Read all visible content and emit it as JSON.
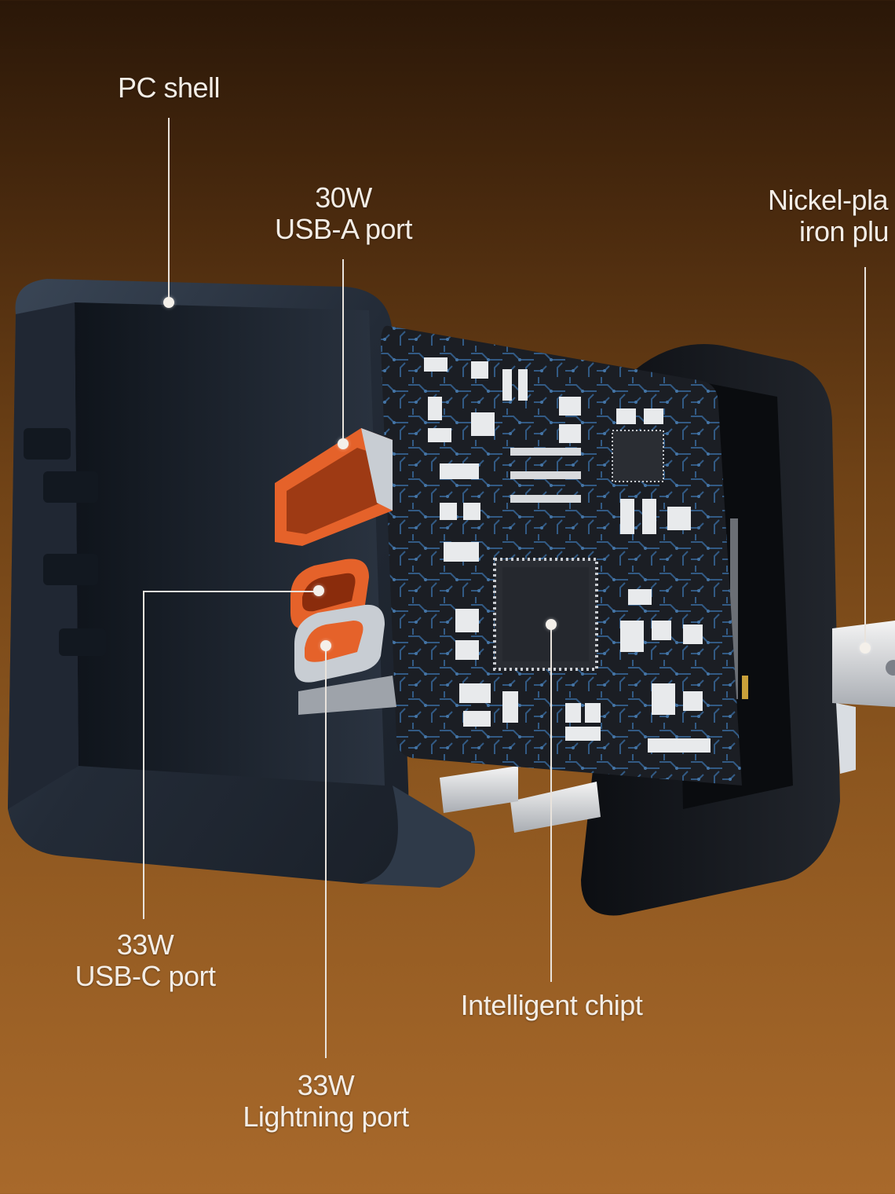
{
  "labels": {
    "pc_shell": "PC shell",
    "usb_a": {
      "line1": "30W",
      "line2": "USB-A port"
    },
    "nickel": {
      "line1": "Nickel-pla",
      "line2": "iron plu"
    },
    "usb_c": {
      "line1": "33W",
      "line2": "USB-C port"
    },
    "intelligent_chip": "Intelligent chipt",
    "lightning": {
      "line1": "33W",
      "line2": "Lightning port"
    }
  },
  "colors": {
    "background_top": "#2a1708",
    "background_bottom": "#a8692b",
    "shell": "#2b3442",
    "pcb": "#1b1e24",
    "trace": "#3d6a9a",
    "port_accent": "#e5622a"
  }
}
